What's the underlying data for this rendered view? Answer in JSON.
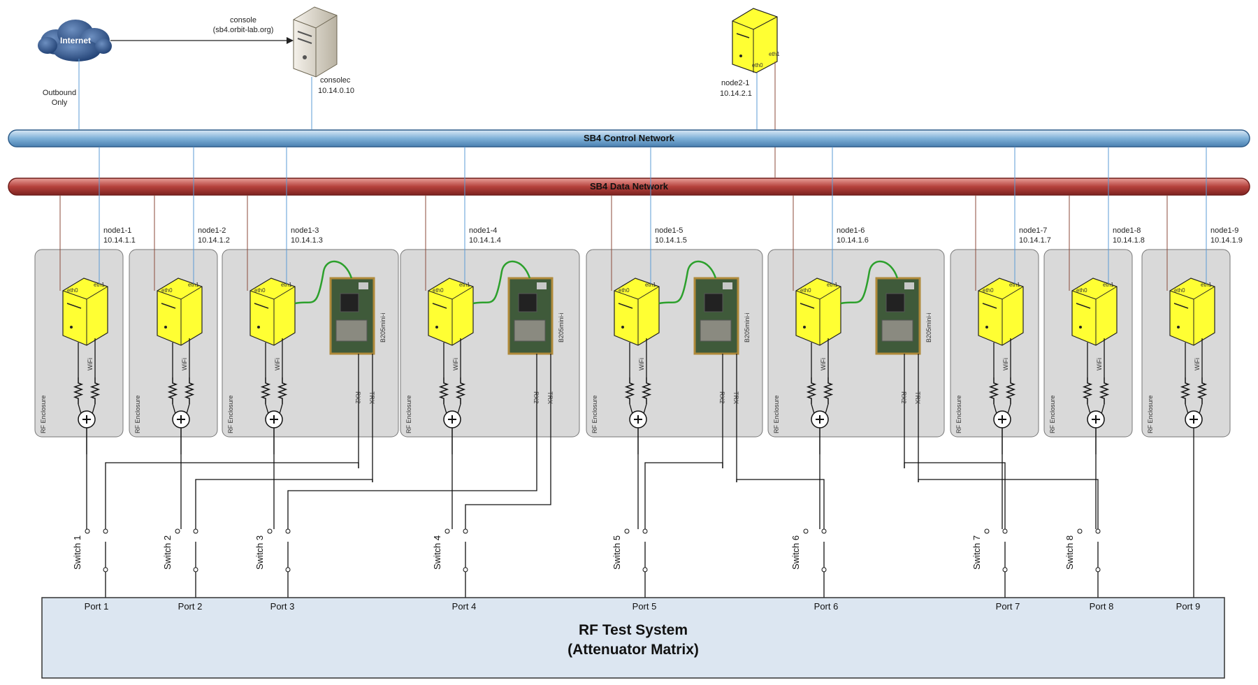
{
  "internet": {
    "label": "Internet",
    "note_line1": "Outbound",
    "note_line2": "Only"
  },
  "console": {
    "link_line1": "console",
    "link_line2": "(sb4.orbit-lab.org)",
    "name": "consolec",
    "ip": "10.14.0.10"
  },
  "node2": {
    "name": "node2-1",
    "ip": "10.14.2.1",
    "eth0": "eth0",
    "eth1": "eth1"
  },
  "networks": {
    "control": "SB4 Control Network",
    "data": "SB4 Data Network"
  },
  "nodes": [
    {
      "name": "node1-1",
      "ip": "10.14.1.1",
      "eth0": "eth0",
      "eth1": "eth1",
      "wifi": "WiFi",
      "enclosure": "RF Enclosure",
      "has_usrp": false
    },
    {
      "name": "node1-2",
      "ip": "10.14.1.2",
      "eth0": "eth0",
      "eth1": "eth1",
      "wifi": "WiFi",
      "enclosure": "RF Enclosure",
      "has_usrp": false
    },
    {
      "name": "node1-3",
      "ip": "10.14.1.3",
      "eth0": "eth0",
      "eth1": "eth1",
      "wifi": "WiFi",
      "enclosure": "RF Enclosure",
      "has_usrp": true,
      "usrp": "B205mini-i",
      "rx": "RX2",
      "trx": "TRX"
    },
    {
      "name": "node1-4",
      "ip": "10.14.1.4",
      "eth0": "eth0",
      "eth1": "eth1",
      "wifi": "WiFi",
      "enclosure": "RF Enclosure",
      "has_usrp": true,
      "usrp": "B205mini-i",
      "rx": "RX2",
      "trx": "TRX"
    },
    {
      "name": "node1-5",
      "ip": "10.14.1.5",
      "eth0": "eth0",
      "eth1": "eth1",
      "wifi": "WiFi",
      "enclosure": "RF Enclosure",
      "has_usrp": true,
      "usrp": "B205mini-i",
      "rx": "RX2",
      "trx": "TRX"
    },
    {
      "name": "node1-6",
      "ip": "10.14.1.6",
      "eth0": "eth0",
      "eth1": "eth1",
      "wifi": "WiFi",
      "enclosure": "RF Enclosure",
      "has_usrp": true,
      "usrp": "B205mini-i",
      "rx": "RX2",
      "trx": "TRX"
    },
    {
      "name": "node1-7",
      "ip": "10.14.1.7",
      "eth0": "eth0",
      "eth1": "eth1",
      "wifi": "WiFi",
      "enclosure": "RF Enclosure",
      "has_usrp": false
    },
    {
      "name": "node1-8",
      "ip": "10.14.1.8",
      "eth0": "eth0",
      "eth1": "eth1",
      "wifi": "WiFi",
      "enclosure": "RF Enclosure",
      "has_usrp": false
    },
    {
      "name": "node1-9",
      "ip": "10.14.1.9",
      "eth0": "eth0",
      "eth1": "eth1",
      "wifi": "WiFi",
      "enclosure": "RF Enclosure",
      "has_usrp": false
    }
  ],
  "switches": [
    "Switch 1",
    "Switch 2",
    "Switch 3",
    "Switch 4",
    "Switch 5",
    "Switch 6",
    "Switch 7",
    "Switch 8"
  ],
  "ports": [
    "Port 1",
    "Port 2",
    "Port 3",
    "Port 4",
    "Port 5",
    "Port 6",
    "Port 7",
    "Port 8",
    "Port 9"
  ],
  "rf_system": {
    "title": "RF Test System",
    "subtitle": "(Attenuator Matrix)"
  },
  "colors": {
    "control_network": "#7fb1d8",
    "data_network": "#b5413c",
    "node_body": "#ffff33",
    "enclosure": "#d9d9d9",
    "rf_system": "#dce6f1",
    "control_wire": "#5b9bd5",
    "data_wire": "#8b4a3a",
    "usrp_cable": "#2ca02c"
  }
}
